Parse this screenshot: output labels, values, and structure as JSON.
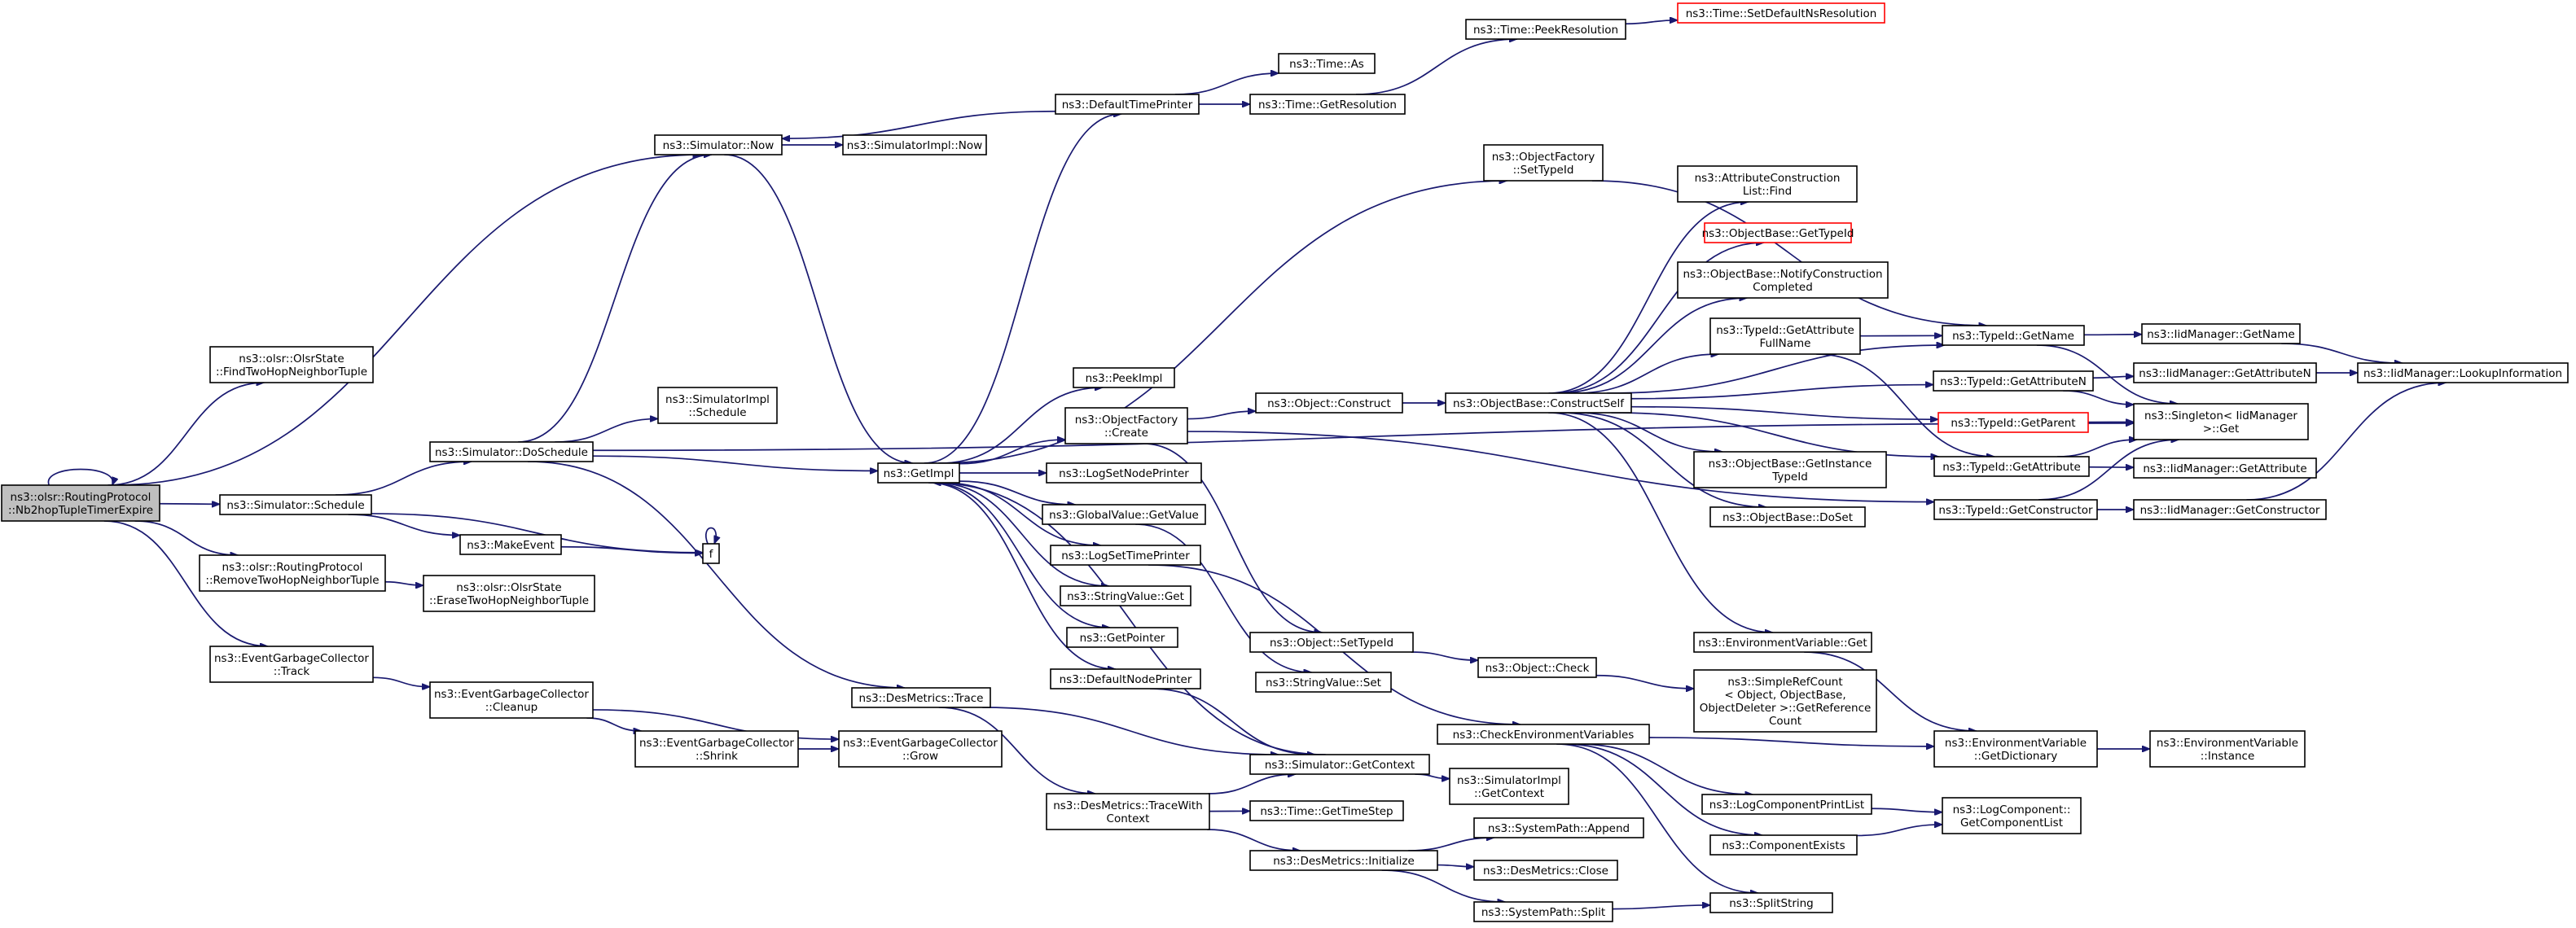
{
  "colors": {
    "edge": "#191970",
    "root_fill": "#bfbfbf",
    "missing_doc_border": "#ff0000"
  },
  "nodes": [
    {
      "id": "root",
      "lines": [
        "ns3::olsr::RoutingProtocol",
        "::Nb2hopTupleTimerExpire"
      ],
      "variant": "root"
    },
    {
      "id": "findTwoHop",
      "lines": [
        "ns3::olsr::OlsrState",
        "::FindTwoHopNeighborTuple"
      ]
    },
    {
      "id": "simNow",
      "lines": [
        "ns3::Simulator::Now"
      ]
    },
    {
      "id": "simImplNow",
      "lines": [
        "ns3::SimulatorImpl::Now"
      ]
    },
    {
      "id": "defTimePrinter",
      "lines": [
        "ns3::DefaultTimePrinter"
      ]
    },
    {
      "id": "timeAs",
      "lines": [
        "ns3::Time::As"
      ]
    },
    {
      "id": "timeGetRes",
      "lines": [
        "ns3::Time::GetResolution"
      ]
    },
    {
      "id": "timePeekRes",
      "lines": [
        "ns3::Time::PeekResolution"
      ]
    },
    {
      "id": "timeSetDefNs",
      "lines": [
        "ns3::Time::SetDefaultNsResolution"
      ],
      "variant": "red"
    },
    {
      "id": "simSchedule",
      "lines": [
        "ns3::Simulator::Schedule"
      ]
    },
    {
      "id": "simDoSchedule",
      "lines": [
        "ns3::Simulator::DoSchedule"
      ]
    },
    {
      "id": "simImplSchedule",
      "lines": [
        "ns3::SimulatorImpl",
        "::Schedule"
      ]
    },
    {
      "id": "makeEvent",
      "lines": [
        "ns3::MakeEvent"
      ]
    },
    {
      "id": "f",
      "lines": [
        "f"
      ]
    },
    {
      "id": "removeTwoHop",
      "lines": [
        "ns3::olsr::RoutingProtocol",
        "::RemoveTwoHopNeighborTuple"
      ]
    },
    {
      "id": "eraseTwoHop",
      "lines": [
        "ns3::olsr::OlsrState",
        "::EraseTwoHopNeighborTuple"
      ]
    },
    {
      "id": "egcTrack",
      "lines": [
        "ns3::EventGarbageCollector",
        "::Track"
      ]
    },
    {
      "id": "egcCleanup",
      "lines": [
        "ns3::EventGarbageCollector",
        "::Cleanup"
      ]
    },
    {
      "id": "egcShrink",
      "lines": [
        "ns3::EventGarbageCollector",
        "::Shrink"
      ]
    },
    {
      "id": "egcGrow",
      "lines": [
        "ns3::EventGarbageCollector",
        "::Grow"
      ]
    },
    {
      "id": "desTrace",
      "lines": [
        "ns3::DesMetrics::Trace"
      ]
    },
    {
      "id": "desTraceCtx",
      "lines": [
        "ns3::DesMetrics::TraceWith",
        "Context"
      ]
    },
    {
      "id": "getImpl",
      "lines": [
        "ns3::GetImpl"
      ]
    },
    {
      "id": "peekImpl",
      "lines": [
        "ns3::PeekImpl"
      ]
    },
    {
      "id": "ofCreate",
      "lines": [
        "ns3::ObjectFactory",
        "::Create"
      ]
    },
    {
      "id": "logSetNodePrinter",
      "lines": [
        "ns3::LogSetNodePrinter"
      ]
    },
    {
      "id": "gvGetValue",
      "lines": [
        "ns3::GlobalValue::GetValue"
      ]
    },
    {
      "id": "logSetTimePrinter",
      "lines": [
        "ns3::LogSetTimePrinter"
      ]
    },
    {
      "id": "svGet",
      "lines": [
        "ns3::StringValue::Get"
      ]
    },
    {
      "id": "getPointer",
      "lines": [
        "ns3::GetPointer"
      ]
    },
    {
      "id": "defNodePrinter",
      "lines": [
        "ns3::DefaultNodePrinter"
      ]
    },
    {
      "id": "simGetContext",
      "lines": [
        "ns3::Simulator::GetContext"
      ]
    },
    {
      "id": "simImplGetContext",
      "lines": [
        "ns3::SimulatorImpl",
        "::GetContext"
      ]
    },
    {
      "id": "timeGetTimeStep",
      "lines": [
        "ns3::Time::GetTimeStep"
      ]
    },
    {
      "id": "desInit",
      "lines": [
        "ns3::DesMetrics::Initialize"
      ]
    },
    {
      "id": "spAppend",
      "lines": [
        "ns3::SystemPath::Append"
      ]
    },
    {
      "id": "desClose",
      "lines": [
        "ns3::DesMetrics::Close"
      ]
    },
    {
      "id": "spSplit",
      "lines": [
        "ns3::SystemPath::Split"
      ]
    },
    {
      "id": "ofSetTypeId",
      "lines": [
        "ns3::ObjectFactory",
        "::SetTypeId"
      ]
    },
    {
      "id": "objConstruct",
      "lines": [
        "ns3::Object::Construct"
      ]
    },
    {
      "id": "objSetTypeId",
      "lines": [
        "ns3::Object::SetTypeId"
      ]
    },
    {
      "id": "svSet",
      "lines": [
        "ns3::StringValue::Set"
      ]
    },
    {
      "id": "objCheck",
      "lines": [
        "ns3::Object::Check"
      ]
    },
    {
      "id": "obConstructSelf",
      "lines": [
        "ns3::ObjectBase::ConstructSelf"
      ]
    },
    {
      "id": "aclFind",
      "lines": [
        "ns3::AttributeConstruction",
        "List::Find"
      ]
    },
    {
      "id": "obGetTypeId",
      "lines": [
        "ns3::ObjectBase::GetTypeId"
      ],
      "variant": "red"
    },
    {
      "id": "obNotify",
      "lines": [
        "ns3::ObjectBase::NotifyConstruction",
        "Completed"
      ]
    },
    {
      "id": "tidGetAttrFullName",
      "lines": [
        "ns3::TypeId::GetAttribute",
        "FullName"
      ]
    },
    {
      "id": "obGetInstTypeId",
      "lines": [
        "ns3::ObjectBase::GetInstance",
        "TypeId"
      ]
    },
    {
      "id": "obDoSet",
      "lines": [
        "ns3::ObjectBase::DoSet"
      ]
    },
    {
      "id": "envGet",
      "lines": [
        "ns3::EnvironmentVariable::Get"
      ]
    },
    {
      "id": "simpleRefCount",
      "lines": [
        "ns3::SimpleRefCount",
        "< Object, ObjectBase,",
        "ObjectDeleter >::GetReference",
        "Count"
      ]
    },
    {
      "id": "checkEnvVars",
      "lines": [
        "ns3::CheckEnvironmentVariables"
      ]
    },
    {
      "id": "logCompPrintList",
      "lines": [
        "ns3::LogComponentPrintList"
      ]
    },
    {
      "id": "compExists",
      "lines": [
        "ns3::ComponentExists"
      ]
    },
    {
      "id": "splitString",
      "lines": [
        "ns3::SplitString"
      ]
    },
    {
      "id": "tidGetName",
      "lines": [
        "ns3::TypeId::GetName"
      ]
    },
    {
      "id": "tidGetAttributeN",
      "lines": [
        "ns3::TypeId::GetAttributeN"
      ]
    },
    {
      "id": "tidGetParent",
      "lines": [
        "ns3::TypeId::GetParent"
      ],
      "variant": "red"
    },
    {
      "id": "tidGetAttribute",
      "lines": [
        "ns3::TypeId::GetAttribute"
      ]
    },
    {
      "id": "tidGetConstructor",
      "lines": [
        "ns3::TypeId::GetConstructor"
      ]
    },
    {
      "id": "envGetDict",
      "lines": [
        "ns3::EnvironmentVariable",
        "::GetDictionary"
      ]
    },
    {
      "id": "logCompGetList",
      "lines": [
        "ns3::LogComponent::",
        "GetComponentList"
      ]
    },
    {
      "id": "iidGetName",
      "lines": [
        "ns3::IidManager::GetName"
      ]
    },
    {
      "id": "iidGetAttributeN",
      "lines": [
        "ns3::IidManager::GetAttributeN"
      ]
    },
    {
      "id": "singletonGet",
      "lines": [
        "ns3::Singleton< IidManager",
        ">::Get"
      ]
    },
    {
      "id": "iidGetAttribute",
      "lines": [
        "ns3::IidManager::GetAttribute"
      ]
    },
    {
      "id": "iidGetConstructor",
      "lines": [
        "ns3::IidManager::GetConstructor"
      ]
    },
    {
      "id": "envInstance",
      "lines": [
        "ns3::EnvironmentVariable",
        "::Instance"
      ]
    },
    {
      "id": "iidLookup",
      "lines": [
        "ns3::IidManager::LookupInformation"
      ]
    }
  ],
  "edges": [
    [
      "root",
      "root"
    ],
    [
      "root",
      "findTwoHop"
    ],
    [
      "root",
      "simNow"
    ],
    [
      "root",
      "simSchedule"
    ],
    [
      "root",
      "removeTwoHop"
    ],
    [
      "root",
      "egcTrack"
    ],
    [
      "simNow",
      "simImplNow"
    ],
    [
      "simNow",
      "getImpl"
    ],
    [
      "defTimePrinter",
      "simNow"
    ],
    [
      "defTimePrinter",
      "timeAs"
    ],
    [
      "defTimePrinter",
      "timeGetRes"
    ],
    [
      "timeGetRes",
      "timePeekRes"
    ],
    [
      "timePeekRes",
      "timeSetDefNs"
    ],
    [
      "simSchedule",
      "simDoSchedule"
    ],
    [
      "simSchedule",
      "makeEvent"
    ],
    [
      "simSchedule",
      "f"
    ],
    [
      "makeEvent",
      "f"
    ],
    [
      "f",
      "f"
    ],
    [
      "simDoSchedule",
      "simNow"
    ],
    [
      "simDoSchedule",
      "simImplSchedule"
    ],
    [
      "simDoSchedule",
      "getImpl"
    ],
    [
      "simDoSchedule",
      "desTrace"
    ],
    [
      "simDoSchedule",
      "singletonGet"
    ],
    [
      "removeTwoHop",
      "eraseTwoHop"
    ],
    [
      "egcTrack",
      "egcCleanup"
    ],
    [
      "egcCleanup",
      "egcShrink"
    ],
    [
      "egcCleanup",
      "egcGrow"
    ],
    [
      "egcShrink",
      "egcGrow"
    ],
    [
      "desTrace",
      "simGetContext"
    ],
    [
      "desTrace",
      "desTraceCtx"
    ],
    [
      "desTraceCtx",
      "simGetContext"
    ],
    [
      "desTraceCtx",
      "timeGetTimeStep"
    ],
    [
      "desTraceCtx",
      "desInit"
    ],
    [
      "desInit",
      "spAppend"
    ],
    [
      "desInit",
      "desClose"
    ],
    [
      "desInit",
      "spSplit"
    ],
    [
      "spSplit",
      "splitString"
    ],
    [
      "getImpl",
      "defTimePrinter"
    ],
    [
      "getImpl",
      "ofSetTypeId"
    ],
    [
      "getImpl",
      "peekImpl"
    ],
    [
      "getImpl",
      "ofCreate"
    ],
    [
      "getImpl",
      "logSetNodePrinter"
    ],
    [
      "getImpl",
      "gvGetValue"
    ],
    [
      "getImpl",
      "logSetTimePrinter"
    ],
    [
      "getImpl",
      "svGet"
    ],
    [
      "getImpl",
      "getPointer"
    ],
    [
      "getImpl",
      "defNodePrinter"
    ],
    [
      "simGetContext",
      "getImpl"
    ],
    [
      "simGetContext",
      "simImplGetContext"
    ],
    [
      "defNodePrinter",
      "simGetContext"
    ],
    [
      "ofCreate",
      "objConstruct"
    ],
    [
      "ofCreate",
      "objSetTypeId"
    ],
    [
      "ofCreate",
      "tidGetConstructor"
    ],
    [
      "gvGetValue",
      "svSet"
    ],
    [
      "logSetTimePrinter",
      "checkEnvVars"
    ],
    [
      "ofSetTypeId",
      "tidGetName"
    ],
    [
      "objConstruct",
      "obConstructSelf"
    ],
    [
      "objSetTypeId",
      "objCheck"
    ],
    [
      "objCheck",
      "simpleRefCount"
    ],
    [
      "obConstructSelf",
      "aclFind"
    ],
    [
      "obConstructSelf",
      "obGetTypeId"
    ],
    [
      "obConstructSelf",
      "obNotify"
    ],
    [
      "obConstructSelf",
      "tidGetAttrFullName"
    ],
    [
      "obConstructSelf",
      "tidGetName"
    ],
    [
      "obConstructSelf",
      "tidGetAttributeN"
    ],
    [
      "obConstructSelf",
      "tidGetParent"
    ],
    [
      "obConstructSelf",
      "obGetInstTypeId"
    ],
    [
      "obConstructSelf",
      "obDoSet"
    ],
    [
      "obConstructSelf",
      "tidGetAttribute"
    ],
    [
      "obConstructSelf",
      "envGet"
    ],
    [
      "tidGetAttrFullName",
      "tidGetName"
    ],
    [
      "tidGetAttrFullName",
      "tidGetAttribute"
    ],
    [
      "tidGetName",
      "iidGetName"
    ],
    [
      "tidGetName",
      "singletonGet"
    ],
    [
      "tidGetAttributeN",
      "iidGetAttributeN"
    ],
    [
      "tidGetAttributeN",
      "singletonGet"
    ],
    [
      "tidGetParent",
      "singletonGet"
    ],
    [
      "tidGetAttribute",
      "singletonGet"
    ],
    [
      "tidGetAttribute",
      "iidGetAttribute"
    ],
    [
      "tidGetConstructor",
      "singletonGet"
    ],
    [
      "tidGetConstructor",
      "iidGetConstructor"
    ],
    [
      "iidGetName",
      "iidLookup"
    ],
    [
      "iidGetAttributeN",
      "iidLookup"
    ],
    [
      "iidGetConstructor",
      "iidLookup"
    ],
    [
      "envGet",
      "envGetDict"
    ],
    [
      "envGetDict",
      "envInstance"
    ],
    [
      "checkEnvVars",
      "envGetDict"
    ],
    [
      "checkEnvVars",
      "logCompPrintList"
    ],
    [
      "checkEnvVars",
      "compExists"
    ],
    [
      "checkEnvVars",
      "splitString"
    ],
    [
      "logCompPrintList",
      "logCompGetList"
    ],
    [
      "compExists",
      "logCompGetList"
    ]
  ]
}
